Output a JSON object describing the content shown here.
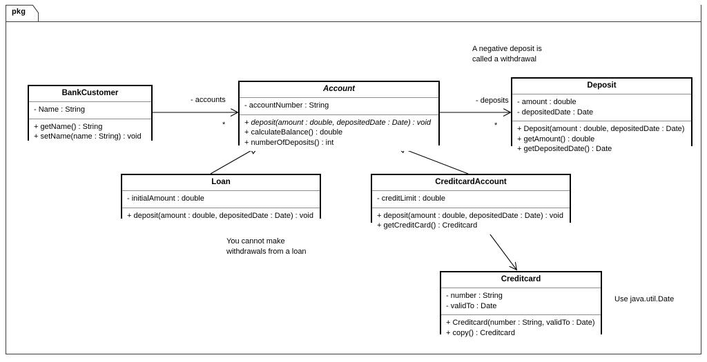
{
  "diagram": {
    "type": "uml-class-diagram",
    "package_label": "pkg"
  },
  "classes": {
    "bankcustomer": {
      "name": "BankCustomer",
      "abstract": false,
      "attributes": [
        "- Name : String"
      ],
      "operations": [
        "+ getName() : String",
        "+ setName(name : String) : void"
      ]
    },
    "account": {
      "name": "Account",
      "abstract": true,
      "attributes": [
        "- accountNumber : String"
      ],
      "operations": [
        "+ deposit(amount : double, depositedDate : Date) : void",
        "+ calculateBalance() : double",
        "+ numberOfDeposits() : int"
      ],
      "abstract_operations": [
        0
      ]
    },
    "deposit": {
      "name": "Deposit",
      "abstract": false,
      "attributes": [
        "- amount : double",
        "- depositedDate : Date"
      ],
      "operations": [
        "+ Deposit(amount : double, depositedDate : Date)",
        "+ getAmount() : double",
        "+ getDepositedDate() : Date"
      ]
    },
    "loan": {
      "name": "Loan",
      "abstract": false,
      "attributes": [
        "- initialAmount : double"
      ],
      "operations": [
        "+ deposit(amount : double, depositedDate : Date) : void"
      ]
    },
    "creditcardaccount": {
      "name": "CreditcardAccount",
      "abstract": false,
      "attributes": [
        "- creditLimit : double"
      ],
      "operations": [
        "+ deposit(amount : double, depositedDate : Date) : void",
        "+ getCreditCard() : Creditcard"
      ]
    },
    "creditcard": {
      "name": "Creditcard",
      "abstract": false,
      "attributes": [
        "- number : String",
        "- validTo : Date"
      ],
      "operations": [
        "+ Creditcard(number : String, validTo : Date)",
        "+ copy() : Creditcard"
      ]
    }
  },
  "associations": {
    "customer_account": {
      "role_label": "- accounts",
      "multiplicity": "*"
    },
    "account_deposit": {
      "role_label": "- deposits",
      "multiplicity": "*"
    }
  },
  "notes": {
    "negative_deposit": {
      "line1": "A negative deposit is",
      "line2": "called a withdrawal"
    },
    "no_withdrawals": {
      "line1": "You cannot make",
      "line2": "withdrawals from a loan"
    },
    "java_date": {
      "line1": "Use java.util.Date"
    }
  }
}
